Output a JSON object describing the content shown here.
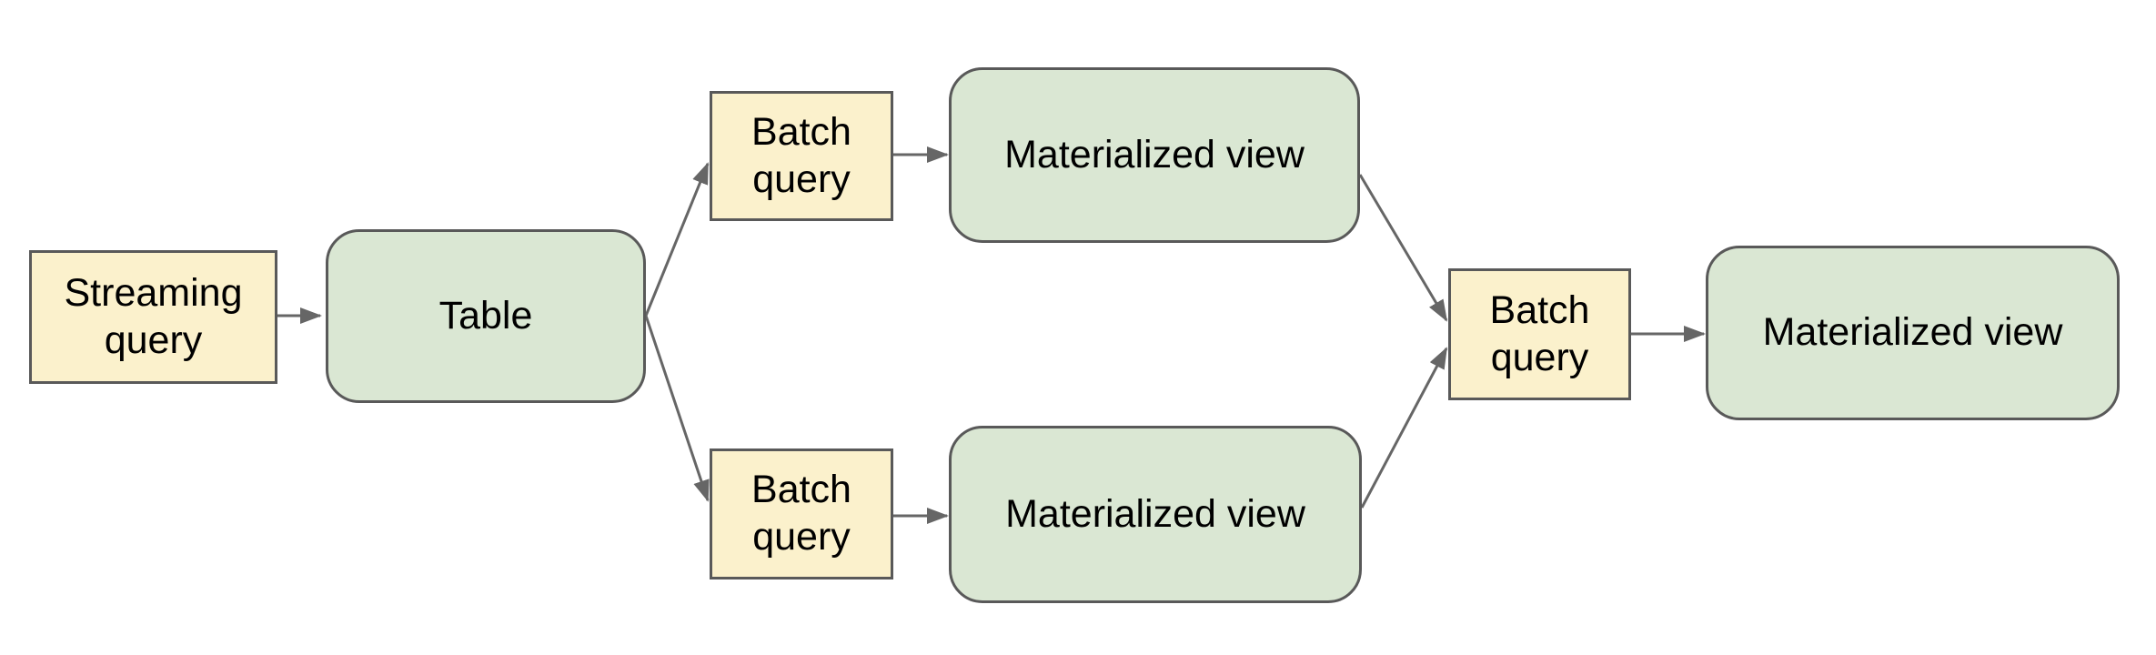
{
  "colors": {
    "background": "#ffffff",
    "query-fill": "#fbf1cc",
    "query-border": "#595959",
    "dataset-fill": "#dae7d3",
    "dataset-border": "#595959",
    "arrow": "#666666",
    "text": "#000000"
  },
  "diagram": {
    "nodes": [
      {
        "id": "streaming-query",
        "label": "Streaming query",
        "shape": "rect",
        "kind": "query"
      },
      {
        "id": "table",
        "label": "Table",
        "shape": "rounded",
        "kind": "dataset"
      },
      {
        "id": "batch-query-top",
        "label": "Batch query",
        "shape": "rect",
        "kind": "query"
      },
      {
        "id": "materialized-view-top",
        "label": "Materialized view",
        "shape": "rounded",
        "kind": "dataset"
      },
      {
        "id": "batch-query-bottom",
        "label": "Batch query",
        "shape": "rect",
        "kind": "query"
      },
      {
        "id": "materialized-view-bottom",
        "label": "Materialized view",
        "shape": "rounded",
        "kind": "dataset"
      },
      {
        "id": "batch-query-final",
        "label": "Batch query",
        "shape": "rect",
        "kind": "query"
      },
      {
        "id": "materialized-view-final",
        "label": "Materialized view",
        "shape": "rounded",
        "kind": "dataset"
      }
    ],
    "edges": [
      {
        "from": "streaming-query",
        "to": "table"
      },
      {
        "from": "table",
        "to": "batch-query-top"
      },
      {
        "from": "table",
        "to": "batch-query-bottom"
      },
      {
        "from": "batch-query-top",
        "to": "materialized-view-top"
      },
      {
        "from": "batch-query-bottom",
        "to": "materialized-view-bottom"
      },
      {
        "from": "materialized-view-top",
        "to": "batch-query-final"
      },
      {
        "from": "materialized-view-bottom",
        "to": "batch-query-final"
      },
      {
        "from": "batch-query-final",
        "to": "materialized-view-final"
      }
    ]
  }
}
